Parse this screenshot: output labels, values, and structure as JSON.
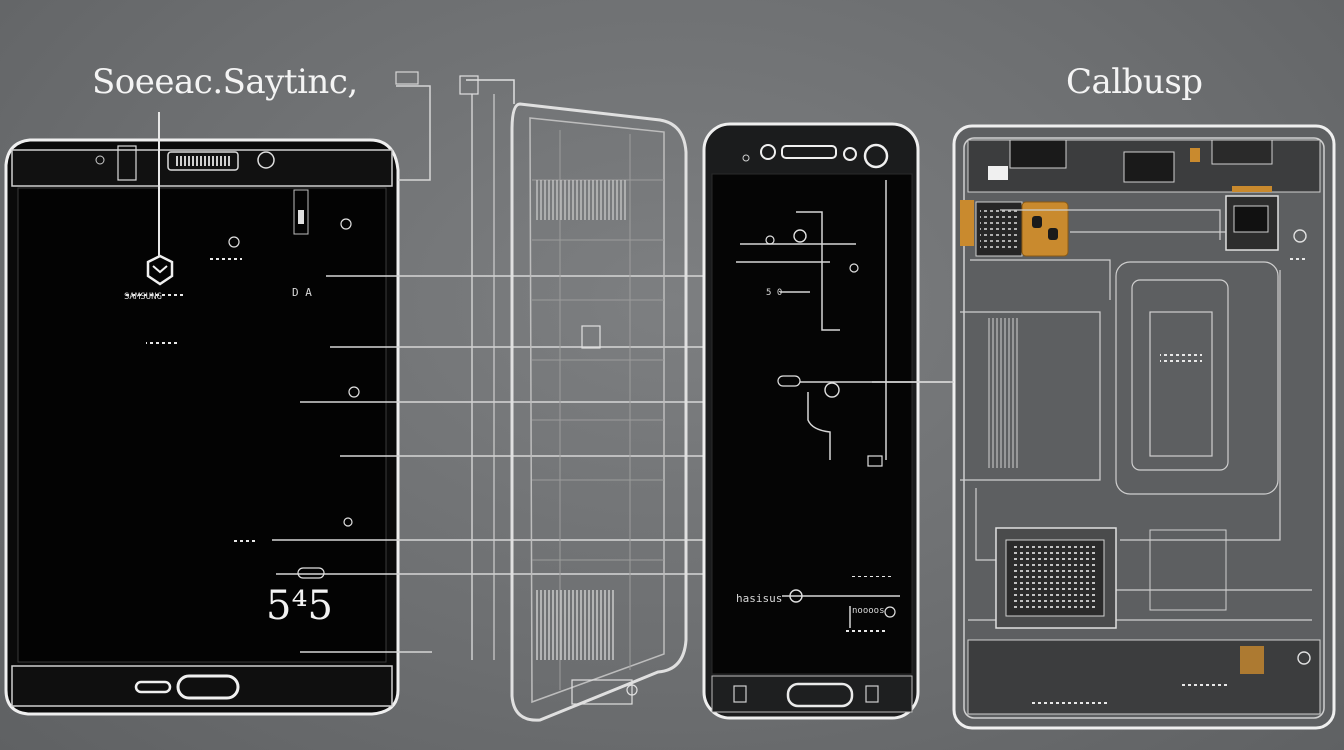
{
  "titles": {
    "left": "Soeeac.Saytinc,",
    "right": "Calbusp"
  },
  "model_number": "5⁴5",
  "front_labels": {
    "logo_text": "SAMSUNG",
    "label_a": "D A",
    "label_b": "5 0"
  },
  "side_labels": {
    "label_a": "hasisus",
    "label_b": "noooos"
  },
  "colors": {
    "background": "#6f7173",
    "screen": "#050505",
    "outline": "#e6e6e6",
    "copper": "#c98a2e"
  }
}
